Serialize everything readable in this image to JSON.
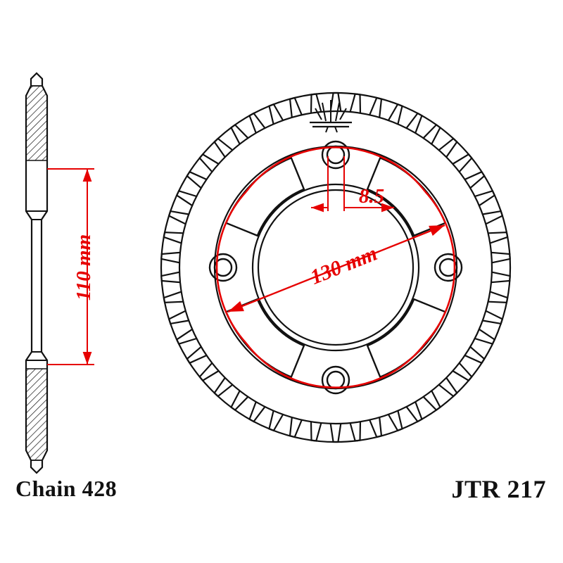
{
  "drawing": {
    "title_left": "Chain 428",
    "title_right": "JTR 217",
    "dimensions": {
      "thickness_label": "110 mm",
      "bolt_hole_diameter_label": "8.5",
      "bolt_circle_label": "130 mm"
    },
    "colors": {
      "outline": "#111111",
      "dimension": "#e60000",
      "background": "#ffffff"
    },
    "sprocket": {
      "teeth_count": 50,
      "bolt_holes": 4,
      "view_left": "side-section-view",
      "view_right": "face-view"
    }
  }
}
